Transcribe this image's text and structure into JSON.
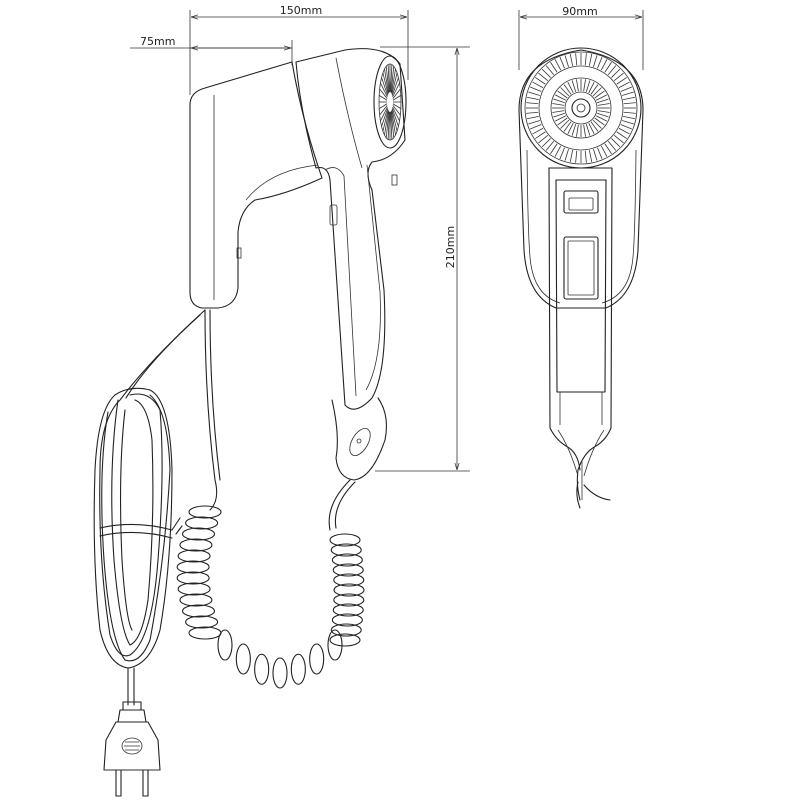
{
  "dimensions": {
    "total_depth": "150mm",
    "mount_depth": "75mm",
    "height": "210mm",
    "width": "90mm"
  },
  "colors": {
    "line": "#222222",
    "background": "#ffffff"
  }
}
